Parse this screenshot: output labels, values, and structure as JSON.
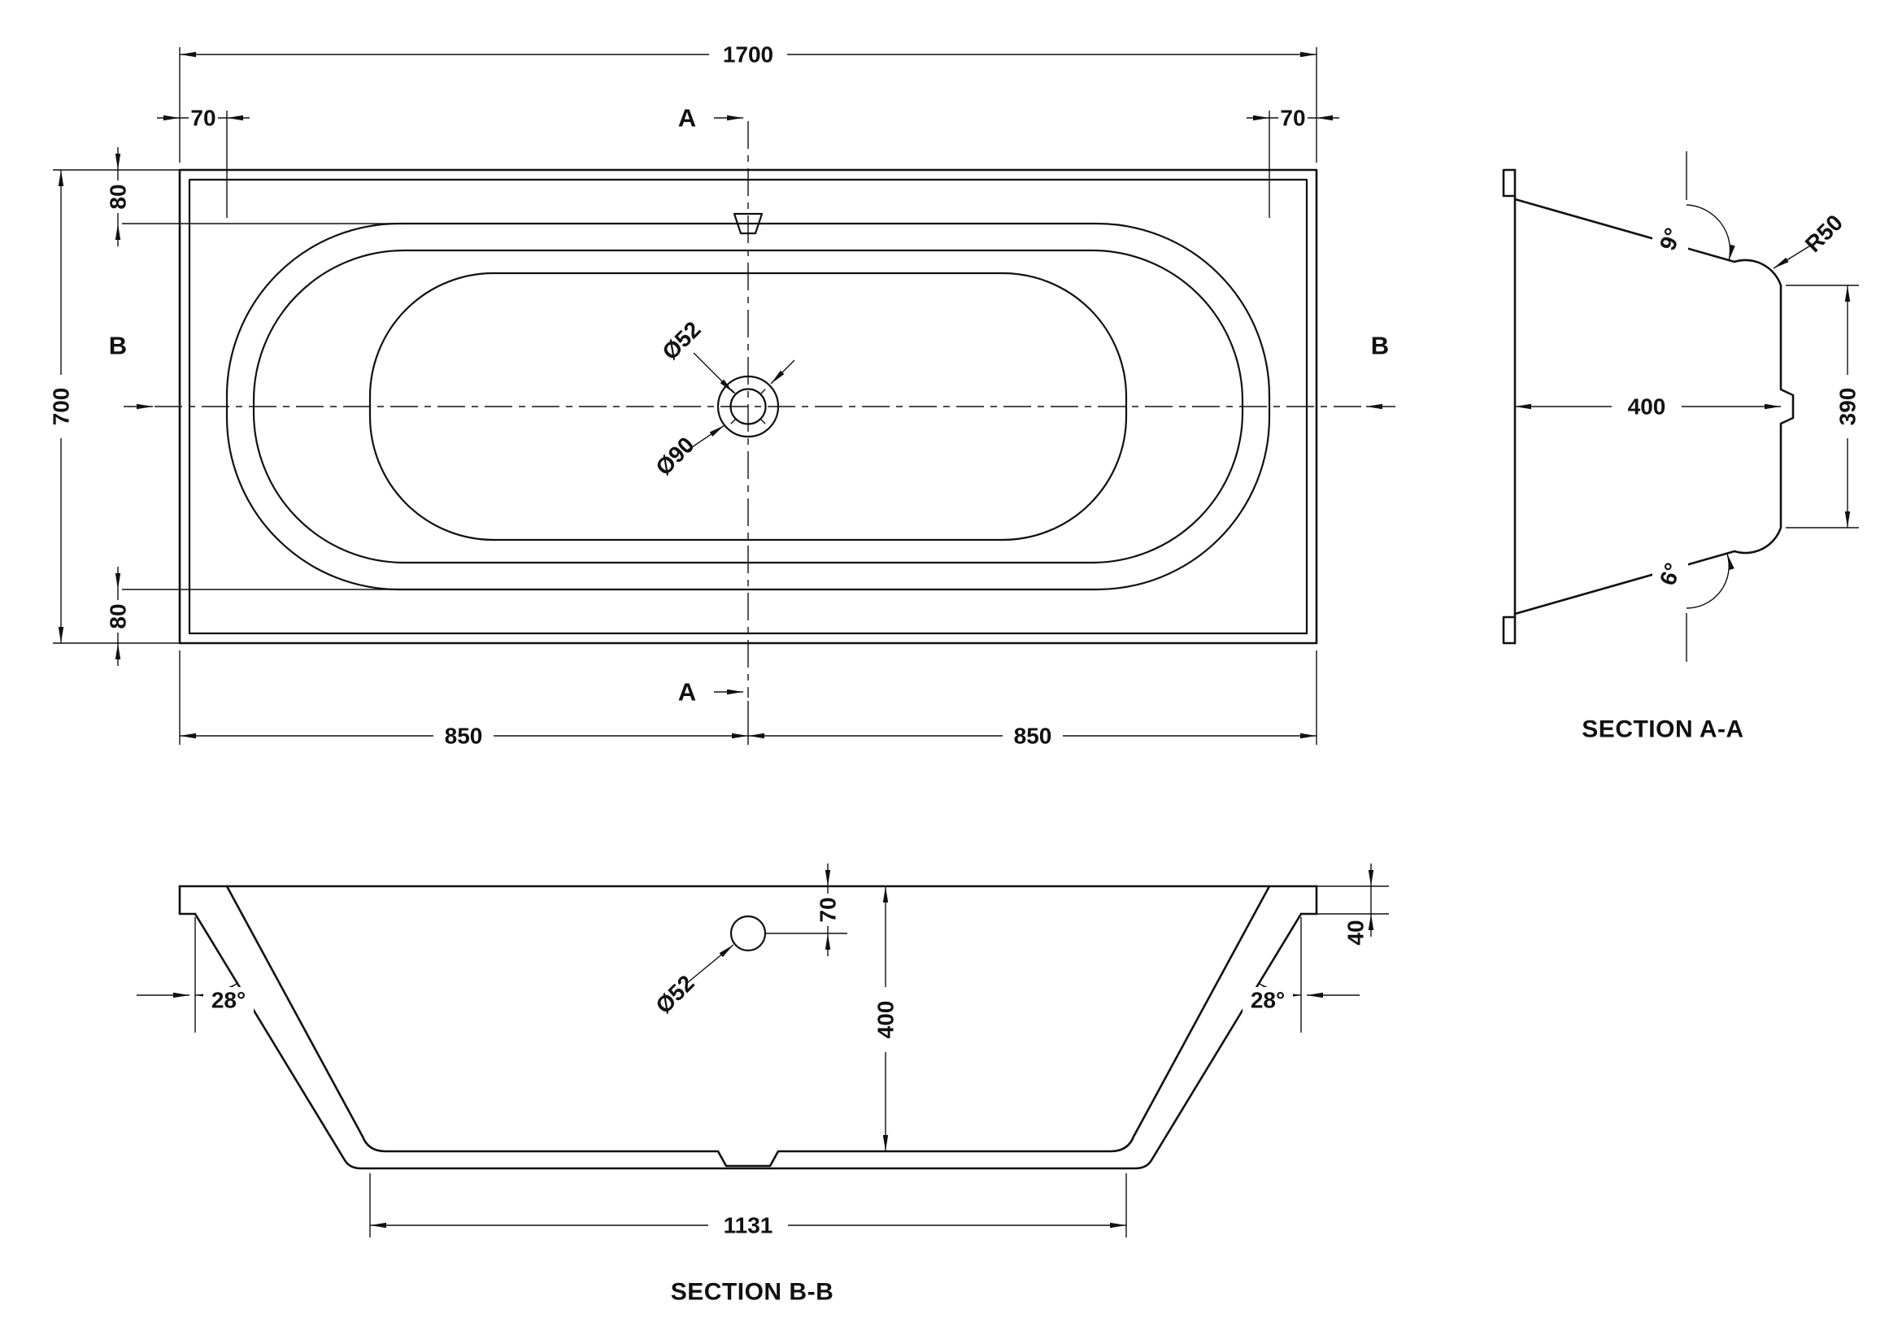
{
  "drawing_title": "Bathtub technical drawing",
  "colors": {
    "line": "#111111",
    "background": "#ffffff"
  },
  "plan": {
    "dim_1700": "1700",
    "dim_70_left": "70",
    "dim_70_right": "70",
    "dim_80_top": "80",
    "dim_80_bottom": "80",
    "dim_700": "700",
    "dim_850_left": "850",
    "dim_850_right": "850",
    "dim_d52": "Ø52",
    "dim_d90": "Ø90",
    "mark_a_top": "A",
    "mark_a_bottom": "A",
    "mark_b_left": "B",
    "mark_b_right": "B"
  },
  "section_aa": {
    "title": "SECTION A-A",
    "dim_angle_top": "9°",
    "dim_r50": "R50",
    "dim_400": "400",
    "dim_390": "390",
    "dim_angle_bottom": "6°"
  },
  "section_bb": {
    "title": "SECTION B-B",
    "dim_70": "70",
    "dim_40": "40",
    "dim_400": "400",
    "dim_1131": "1131",
    "dim_d52": "Ø52",
    "dim_angle_left": "28°",
    "dim_angle_right": "28°"
  }
}
